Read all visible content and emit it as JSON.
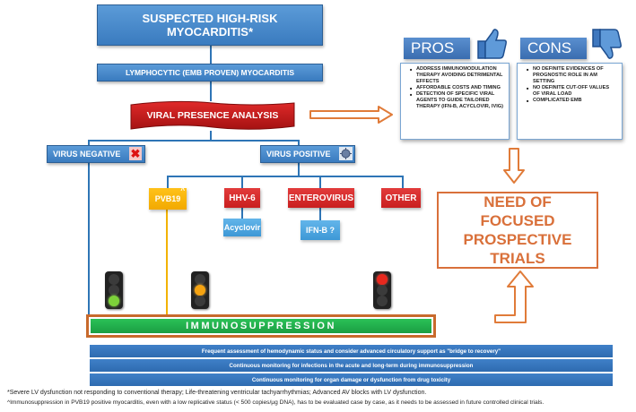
{
  "top": {
    "suspected": "SUSPECTED HIGH-RISK MYOCARDITIS*",
    "lymphocytic": "LYMPHOCYTIC (EMB PROVEN) MYOCARDITIS",
    "viral_analysis": "VIRAL PRESENCE ANALYSIS"
  },
  "branches": {
    "virus_negative": "VIRUS NEGATIVE",
    "virus_positive": "VIRUS POSITIVE"
  },
  "viruses": {
    "pvb19": "PVB19",
    "pvb19_mark": "^",
    "hhv6": "HHV-6",
    "enterovirus": "ENTEROVIRUS",
    "other": "OTHER"
  },
  "treatments": {
    "acyclovir": "Acyclovir",
    "ifn": "IFN-B ?"
  },
  "pros": {
    "title": "PROS",
    "items": [
      "ADDRESS IMMUNOMODULATION THERAPY AVOIDING DETRIMENTAL EFFECTS",
      "AFFORDABLE COSTS AND TIMING",
      "DETECTION OF SPECIFIC VIRAL AGENTS TO GUIDE TAILORED THERAPY (IFN-B, ACYCLOVIR, IVIG)"
    ]
  },
  "cons": {
    "title": "CONS",
    "items": [
      "NO DEFINITE EVIDENCES OF PROGNOSTIC ROLE IN AM SETTING",
      "NO DEFINITE CUT-OFF VALUES OF VIRAL LOAD",
      "COMPLICATED EMB"
    ]
  },
  "need": "NEED OF FOCUSED PROSPECTIVE TRIALS",
  "immuno": "IMMUNOSUPPRESSION",
  "monitoring": [
    "Frequent assessment of hemodynamic status and consider advanced circulatory support as \"bridge to recovery\"",
    "Continuous monitoring for infections in the acute and long-term during immunosuppression",
    "Continuous monitoring for organ damage or dysfunction from drug toxicity"
  ],
  "footnotes": {
    "star": "*Severe LV dysfunction not responding to conventional therapy; Life-threatening ventricular tachyarrhythmias; Advanced AV blocks with LV dysfunction.",
    "caret": "^Immunosuppression in PVB19 positive myocarditis, even with a low replicative status (< 500 copies/µg DNA), has to be evaluated case by case, as it needs to be assessed in future controlled clinical trials."
  },
  "colors": {
    "blue": "#3a7bbf",
    "red": "#d12a2a",
    "orange": "#e07b39",
    "green": "#22b14c",
    "yellow": "#f2b200"
  },
  "icons": [
    "thumbs-up-icon",
    "thumbs-down-icon",
    "traffic-light-icon",
    "x-mark-icon",
    "virus-icon"
  ]
}
